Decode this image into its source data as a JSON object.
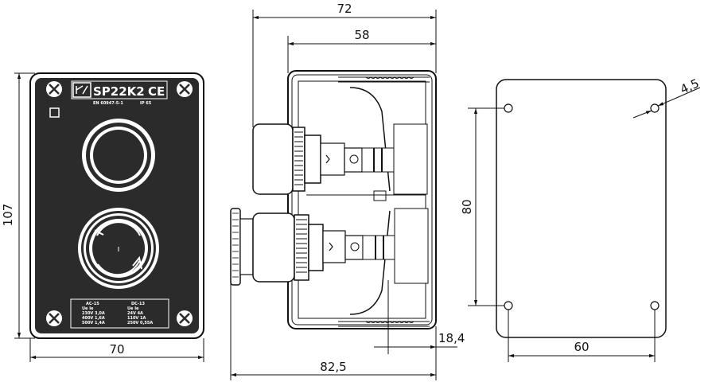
{
  "front_view": {
    "model": "SP22K2",
    "ce_mark": "CE",
    "norms": "EN 60947-5-1",
    "ip_rating": "IP 65",
    "ratings_table": {
      "ac_header": "AC-15",
      "dc_header": "DC-13",
      "ac_cols": "Ue     Ie",
      "dc_cols": "Ue     Ie",
      "ac_rows": [
        "230V    3,0A",
        "400V    1,6A",
        "500V    1,4A"
      ],
      "dc_rows": [
        "24V      4A",
        "110V     1A",
        "250V   0,55A"
      ]
    },
    "dim_height": "107",
    "dim_width": "70"
  },
  "side_view": {
    "dim_total_depth": "72",
    "dim_body_depth": "58",
    "dim_overall": "82,5",
    "dim_offset": "18,4"
  },
  "back_view": {
    "dim_hole_vertical": "80",
    "dim_hole_horizontal": "60",
    "dim_hole_diameter": "4,5"
  },
  "colors": {
    "line": "#111111",
    "housing": "#2b2b2b",
    "paper": "#ffffff"
  }
}
